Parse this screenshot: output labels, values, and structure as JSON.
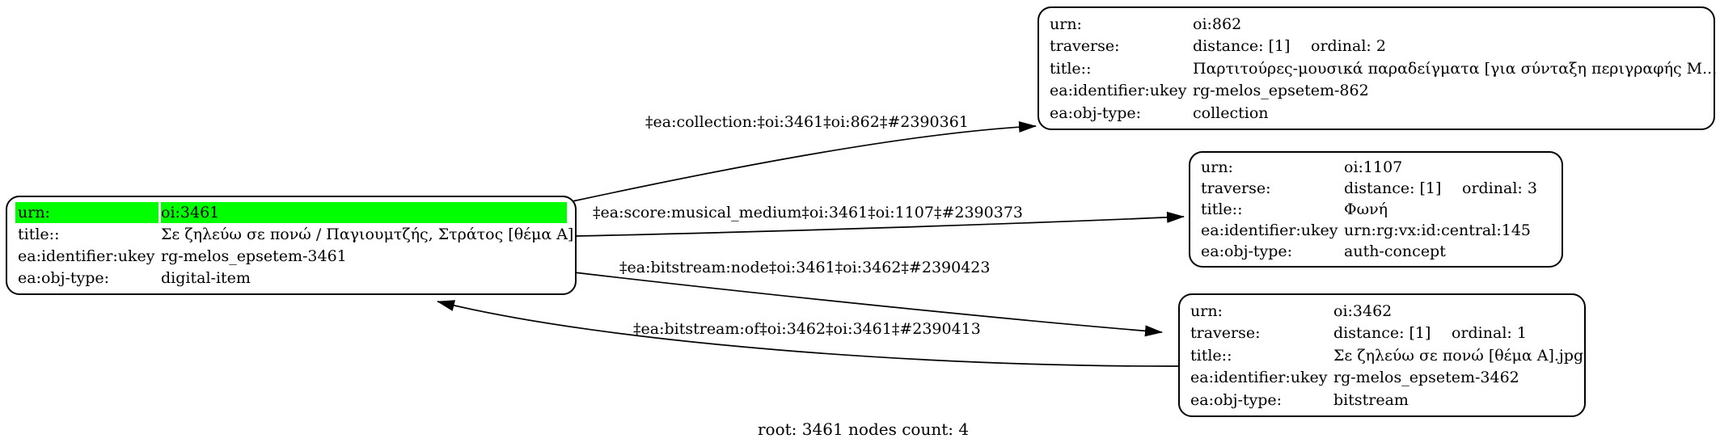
{
  "graph": {
    "footer_label": "root: 3461 nodes count: 4",
    "colors": {
      "highlight_green": "#00ff00",
      "node_border": "#000000",
      "edge": "#000000",
      "background": "#ffffff"
    },
    "nodes": [
      {
        "id": "oi:3461",
        "rows": [
          {
            "label": "urn:",
            "value": "oi:3461",
            "highlighted": true
          },
          {
            "label": "title::",
            "value": "Σε ζηλεύω σε πονώ / Παγιουμτζής, Στράτος [θέμα Α]"
          },
          {
            "label": "ea:identifier:ukey",
            "value": "rg-melos_epsetem-3461"
          },
          {
            "label": "ea:obj-type:",
            "value": "digital-item"
          }
        ]
      },
      {
        "id": "oi:862",
        "rows": [
          {
            "label": "urn:",
            "value": "oi:862"
          },
          {
            "label": "traverse:",
            "distance": "distance: [1]",
            "ordinal": "ordinal: 2"
          },
          {
            "label": "title::",
            "value": "Παρτιτούρες-μουσικά παραδείγματα [για σύνταξη περιγραφής Μ..."
          },
          {
            "label": "ea:identifier:ukey",
            "value": "rg-melos_epsetem-862"
          },
          {
            "label": "ea:obj-type:",
            "value": "collection"
          }
        ]
      },
      {
        "id": "oi:1107",
        "rows": [
          {
            "label": "urn:",
            "value": "oi:1107"
          },
          {
            "label": "traverse:",
            "distance": "distance: [1]",
            "ordinal": "ordinal: 3"
          },
          {
            "label": "title::",
            "value": "Φωνή"
          },
          {
            "label": "ea:identifier:ukey",
            "value": "urn:rg:vx:id:central:145"
          },
          {
            "label": "ea:obj-type:",
            "value": "auth-concept"
          }
        ]
      },
      {
        "id": "oi:3462",
        "rows": [
          {
            "label": "urn:",
            "value": "oi:3462"
          },
          {
            "label": "traverse:",
            "distance": "distance: [1]",
            "ordinal": "ordinal: 1"
          },
          {
            "label": "title::",
            "value": "Σε ζηλεύω σε πονώ [θέμα Α].jpg"
          },
          {
            "label": "ea:identifier:ukey",
            "value": "rg-melos_epsetem-3462"
          },
          {
            "label": "ea:obj-type:",
            "value": "bitstream"
          }
        ]
      }
    ],
    "edges": [
      {
        "name": "collection",
        "label": "‡ea:collection:‡oi:3461‡oi:862‡#2390361"
      },
      {
        "name": "score-musical-medium",
        "label": "‡ea:score:musical_medium‡oi:3461‡oi:1107‡#2390373"
      },
      {
        "name": "bitstream-node",
        "label": "‡ea:bitstream:node‡oi:3461‡oi:3462‡#2390423"
      },
      {
        "name": "bitstream-of",
        "label": "‡ea:bitstream:of‡oi:3462‡oi:3461‡#2390413"
      }
    ]
  }
}
